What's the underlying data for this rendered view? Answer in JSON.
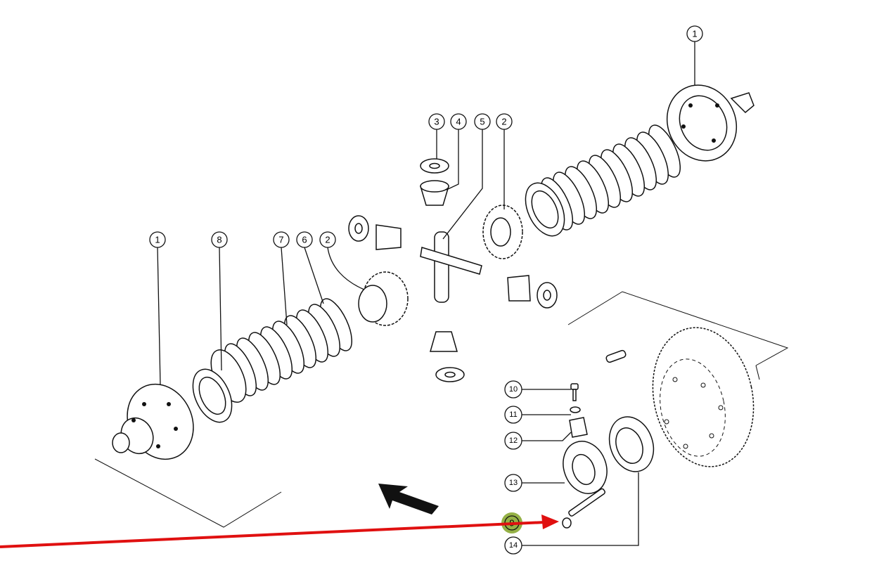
{
  "diagram": {
    "callouts": [
      {
        "id": "c1-top",
        "label": "1"
      },
      {
        "id": "c3",
        "label": "3"
      },
      {
        "id": "c4",
        "label": "4"
      },
      {
        "id": "c5",
        "label": "5"
      },
      {
        "id": "c2-top",
        "label": "2"
      },
      {
        "id": "c1-left",
        "label": "1"
      },
      {
        "id": "c8",
        "label": "8"
      },
      {
        "id": "c7",
        "label": "7"
      },
      {
        "id": "c6",
        "label": "6"
      },
      {
        "id": "c2-left",
        "label": "2"
      },
      {
        "id": "c10",
        "label": "10"
      },
      {
        "id": "c11",
        "label": "11"
      },
      {
        "id": "c12",
        "label": "12"
      },
      {
        "id": "c13",
        "label": "13"
      },
      {
        "id": "c9",
        "label": "9"
      },
      {
        "id": "c14",
        "label": "14"
      }
    ],
    "highlight_color": "#8aa832",
    "pointer_color": "#e01010",
    "icons": [
      "direction-arrow-icon",
      "red-pointer-arrow-icon"
    ]
  }
}
